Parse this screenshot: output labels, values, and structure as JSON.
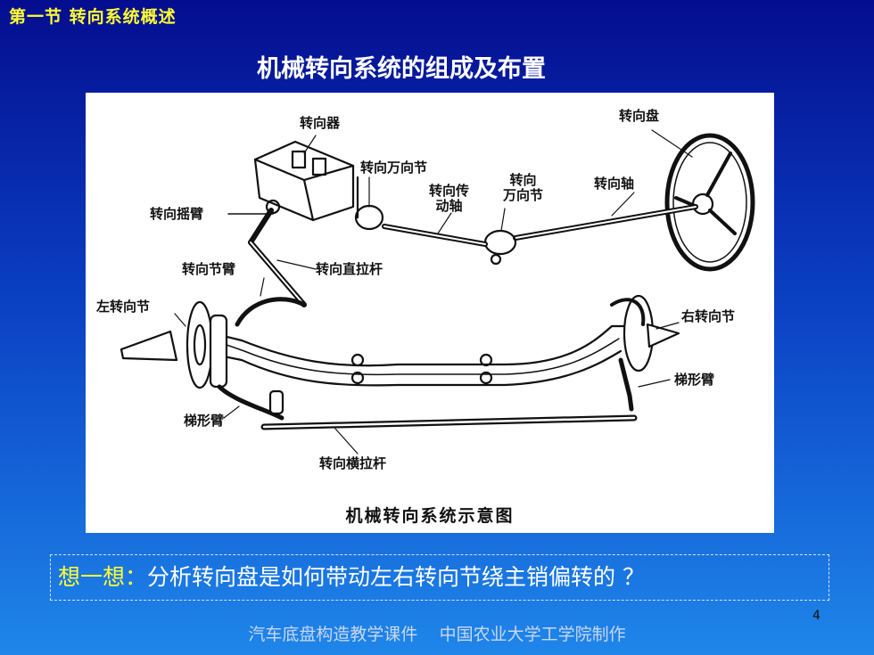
{
  "header": {
    "section": "第一节  转向系统概述",
    "title": "机械转向系统的组成及布置"
  },
  "diagram": {
    "labels": {
      "steering_gear": "转向器",
      "steering_wheel": "转向盘",
      "steering_universal_joint": "转向万向节",
      "steering_drive_shaft": "转向传\n动轴",
      "universal_joint_2": "转向\n万向节",
      "steering_shaft": "转向轴",
      "pitman_arm": "转向摇臂",
      "knuckle_arm": "转向节臂",
      "drag_link": "转向直拉杆",
      "left_knuckle": "左转向节",
      "right_knuckle": "右转向节",
      "trapezoid_arm_right": "梯形臂",
      "trapezoid_arm_left": "梯形臂",
      "tie_rod": "转向横拉杆"
    },
    "caption": "机械转向系统示意图"
  },
  "question": {
    "prefix": "想一想：",
    "text": "分析转向盘是如何带动左右转向节绕主销偏转的 ？"
  },
  "page_number": "4",
  "footer": "汽车底盘构造教学课件    中国农业大学工学院制作"
}
